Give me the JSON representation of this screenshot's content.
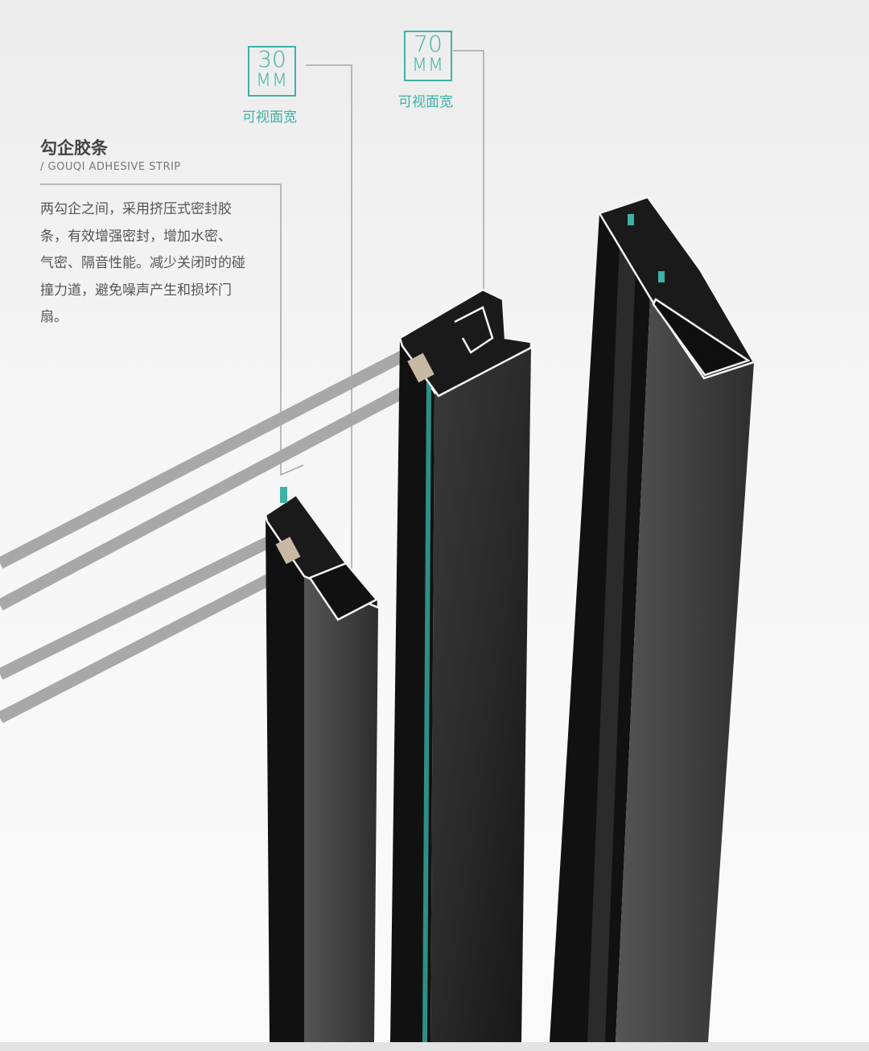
{
  "dimension_30": {
    "value": "30",
    "unit": "MM",
    "caption": "可视面宽"
  },
  "dimension_70": {
    "value": "70",
    "unit": "MM",
    "caption": "可视面宽"
  },
  "feature": {
    "title": "勾企胶条",
    "subtitle": "/ GOUQI ADHESIVE STRIP",
    "lines": [
      "两勾企之间，采用挤压式密封胶",
      "条，有效增强密封，增加水密、",
      "气密、隔音性能。减少关闭时的碰",
      "撞力道，避免噪声产生和损坏门",
      "扇。"
    ]
  },
  "colors": {
    "accent": "#3fb1a6",
    "profile": "#1e1e1e",
    "glass": "#a8a8a8"
  }
}
